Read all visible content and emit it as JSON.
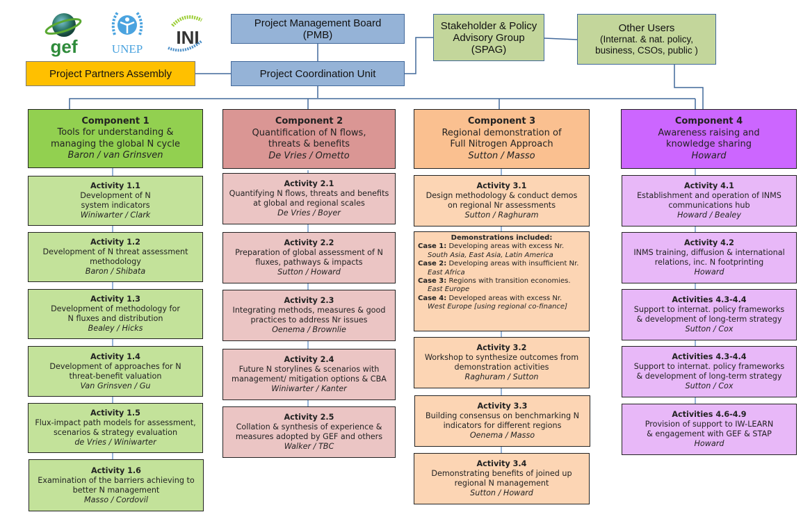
{
  "logos": [
    {
      "name": "gef",
      "label": "gef"
    },
    {
      "name": "unep",
      "label": "UNEP"
    },
    {
      "name": "ini",
      "label": "INI"
    }
  ],
  "governance": {
    "pmb": {
      "line1": "Project Management Board",
      "line2": "(PMB)"
    },
    "pcu": {
      "label": "Project Coordination Unit"
    },
    "ppa": {
      "label": "Project Partners Assembly"
    },
    "spag": {
      "line1": "Stakeholder & Policy",
      "line2": "Advisory Group",
      "line3": "(SPAG)"
    },
    "other_users": {
      "line1": "Other Users",
      "line2": "(Internat. & nat. policy,",
      "line3": "business, CSOs, public )"
    }
  },
  "colors": {
    "governance_blue": "#95b3d7",
    "partners_orange": "#ffc000",
    "stakeholder_green": "#c3d69b",
    "connector": "#41689a",
    "component1": "#92d050",
    "component1_activity": "#c3e29a",
    "component2": "#da9694",
    "component2_activity": "#ebc5c4",
    "component3": "#fac090",
    "component3_activity": "#fcd5b4",
    "component4": "#cc66ff",
    "component4_activity": "#e8b8f8"
  },
  "components": [
    {
      "title": "Component 1",
      "line1": "Tools for understanding &",
      "line2": "managing the global N cycle",
      "leads": "Baron / van Grinsven",
      "activities": [
        {
          "title": "Activity 1.1",
          "line1": "Development of N",
          "line2": "system indicators",
          "leads": "Winiwarter / Clark"
        },
        {
          "title": "Activity 1.2",
          "line1": "Development of N threat assessment",
          "line2": "methodology",
          "leads": "Baron / Shibata"
        },
        {
          "title": "Activity 1.3",
          "line1": "Development of methodology for",
          "line2": "N fluxes and distribution",
          "leads": "Bealey / Hicks"
        },
        {
          "title": "Activity 1.4",
          "line1": "Development of approaches for N",
          "line2": "threat-benefit valuation",
          "leads": "Van Grinsven / Gu"
        },
        {
          "title": "Activity 1.5",
          "line1": "Flux-impact path models for assessment,",
          "line2": "scenarios & strategy evaluation",
          "leads": "de Vries / Winiwarter"
        },
        {
          "title": "Activity 1.6",
          "line1": "Examination of the barriers achieving to",
          "line2": "better N management",
          "leads": "Masso / Cordovil"
        }
      ]
    },
    {
      "title": "Component 2",
      "line1": "Quantification of N flows,",
      "line2": "threats & benefits",
      "leads": "De Vries / Ometto",
      "activities": [
        {
          "title": "Activity 2.1",
          "line1": "Quantifying N flows, threats and benefits",
          "line2": "at global and regional scales",
          "leads": "De Vries / Boyer"
        },
        {
          "title": "Activity 2.2",
          "line1": "Preparation of global assessment of N",
          "line2": "fluxes, pathways & impacts",
          "leads": "Sutton / Howard"
        },
        {
          "title": "Activity 2.3",
          "line1": "Integrating methods, measures & good",
          "line2": "practices to address Nr issues",
          "leads": "Oenema / Brownlie"
        },
        {
          "title": "Activity 2.4",
          "line1": "Future N storylines & scenarios with",
          "line2": "management/ mitigation options & CBA",
          "leads": "Winiwarter / Kanter"
        },
        {
          "title": "Activity 2.5",
          "line1": "Collation & synthesis of experience &",
          "line2": "measures adopted by GEF and others",
          "leads": "Walker / TBC"
        }
      ]
    },
    {
      "title": "Component 3",
      "line1": "Regional demonstration of",
      "line2": "Full Nitrogen Approach",
      "leads": "Sutton / Masso",
      "activities": [
        {
          "title": "Activity 3.1",
          "line1": "Design methodology & conduct demos",
          "line2": "on regional Nr assessments",
          "leads": "Sutton / Raghuram"
        },
        {
          "title": "Activity 3.2",
          "line1": "Workshop to synthesize outcomes from",
          "line2": "demonstration activities",
          "leads": "Raghuram / Sutton"
        },
        {
          "title": "Activity 3.3",
          "line1": "Building consensus on benchmarking N",
          "line2": "indicators for different regions",
          "leads": "Oenema / Masso"
        },
        {
          "title": "Activity 3.4",
          "line1": "Demonstrating benefits of joined up",
          "line2": "regional N management",
          "leads": "Sutton / Howard"
        }
      ],
      "demonstrations": {
        "heading": "Demonstrations included:",
        "cases": [
          {
            "label": "Case 1:",
            "text": "Developing areas with excess Nr.",
            "regions": "South Asia, East Asia, Latin America"
          },
          {
            "label": "Case 2:",
            "text": "Developing areas with insufficient Nr.",
            "regions": "East Africa"
          },
          {
            "label": "Case 3:",
            "text": "Regions with transition economies.",
            "regions": "East Europe"
          },
          {
            "label": "Case 4:",
            "text": "Developed areas with excess Nr.",
            "regions": "West Europe [using regional co-finance]"
          }
        ]
      }
    },
    {
      "title": "Component 4",
      "line1": "Awareness raising and",
      "line2": "knowledge sharing",
      "leads": "Howard",
      "activities": [
        {
          "title": "Activity 4.1",
          "line1": "Establishment and operation of INMS",
          "line2": "communications hub",
          "leads": "Howard / Bealey"
        },
        {
          "title": "Activity 4.2",
          "line1": "INMS training, diffusion & international",
          "line2": "relations, inc. N footprinting",
          "leads": "Howard"
        },
        {
          "title": "Activities 4.3-4.4",
          "line1": "Support to internat. policy frameworks",
          "line2": "& development of long-term strategy",
          "leads": "Sutton / Cox"
        },
        {
          "title": "Activities 4.3-4.4",
          "line1": "Support to internat. policy frameworks",
          "line2": "& development of long-term strategy",
          "leads": "Sutton / Cox"
        },
        {
          "title": "Activities 4.6-4.9",
          "line1": "Provision of support to IW-LEARN",
          "line2": "& engagement with GEF & STAP",
          "leads": "Howard"
        }
      ]
    }
  ]
}
